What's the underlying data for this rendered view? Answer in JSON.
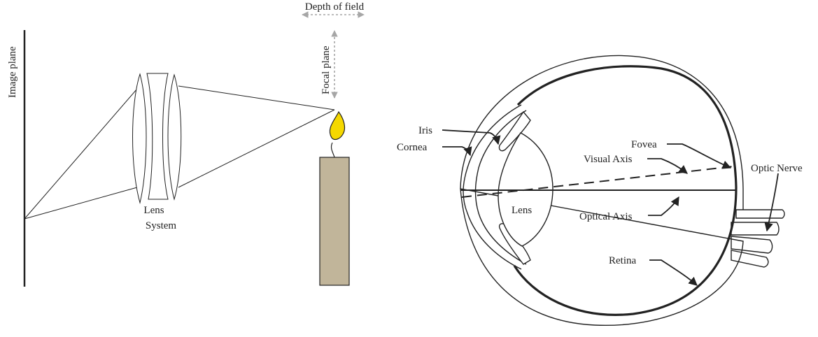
{
  "camera": {
    "image_plane_label": "Image plane",
    "depth_of_field_label": "Depth of field",
    "focal_plane_label": "Focal plane",
    "lens_system_label_line1": "Lens",
    "lens_system_label_line2": "System"
  },
  "eye": {
    "iris_label": "Iris",
    "cornea_label": "Cornea",
    "fovea_label": "Fovea",
    "visual_axis_label": "Visual Axis",
    "optic_nerve_label": "Optic Nerve",
    "lens_label": "Lens",
    "optical_axis_label": "Optical Axis",
    "retina_label": "Retina"
  },
  "colors": {
    "flame": "#f5d800",
    "candle": "#c1b59a",
    "dof_arrow": "#a6a6a6",
    "stroke": "#222222"
  }
}
